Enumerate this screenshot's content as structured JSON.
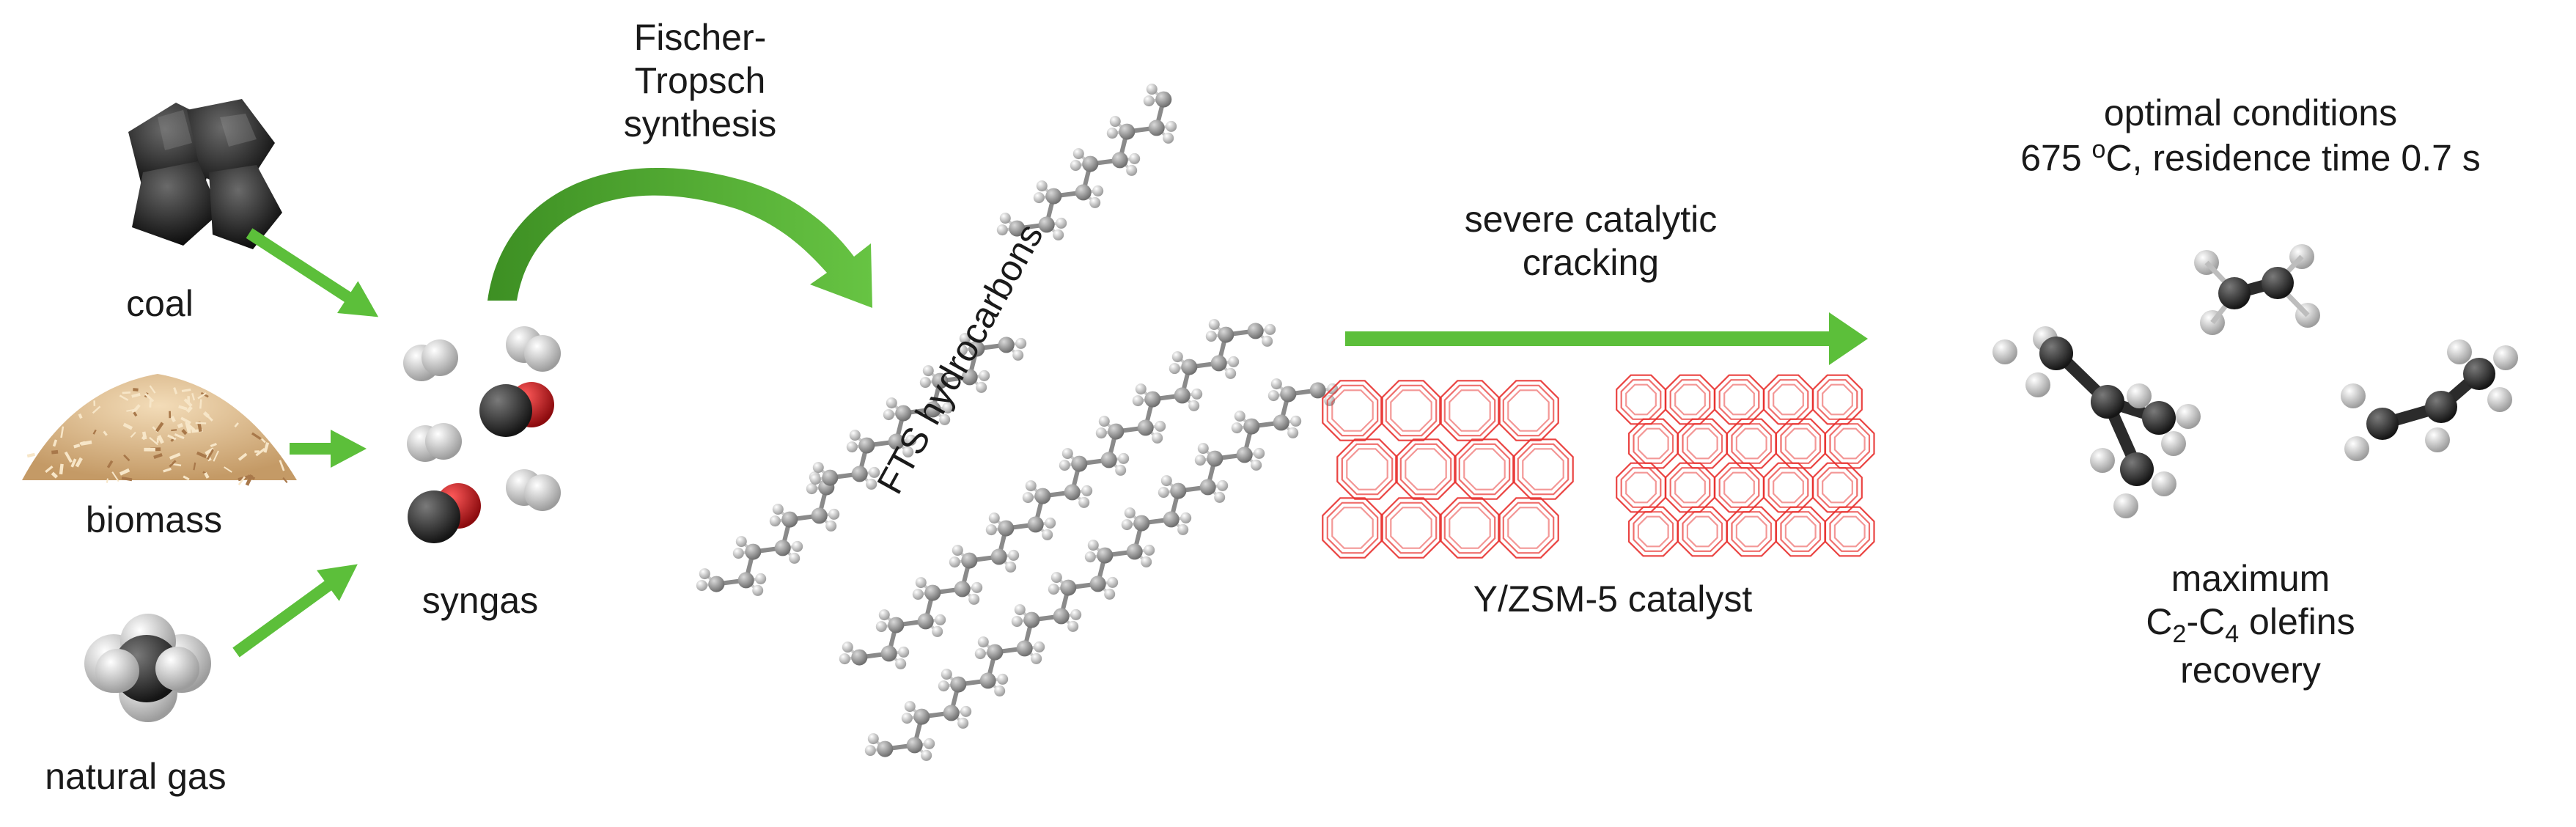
{
  "sources": {
    "coal": "coal",
    "biomass": "biomass",
    "natural_gas": "natural gas"
  },
  "syngas": "syngas",
  "fts": {
    "line1": "Fischer-",
    "line2": "Tropsch",
    "line3": "synthesis",
    "hydrocarbons": "FTS hydrocarbons"
  },
  "cracking": {
    "line1": "severe catalytic",
    "line2": "cracking",
    "catalyst": "Y/ZSM-5 catalyst"
  },
  "conditions": {
    "line1": "optimal conditions",
    "temp_value": "675 ",
    "temp_sup": "o",
    "temp_unit": "C, residence time 0.7 s"
  },
  "product": {
    "line1": "maximum",
    "c_a": "C",
    "sub_a": "2",
    "dash": "-C",
    "sub_b": "4",
    "rest": " olefins",
    "line3": "recovery"
  },
  "colors": {
    "arrow_green": "#5cbf3a",
    "zeolite_red": "#e8302e",
    "carbon": "#9a9a9a",
    "carbon_dark": "#2b2b2b",
    "hydrogen": "#e6e6e6",
    "oxygen": "#c8151b"
  }
}
